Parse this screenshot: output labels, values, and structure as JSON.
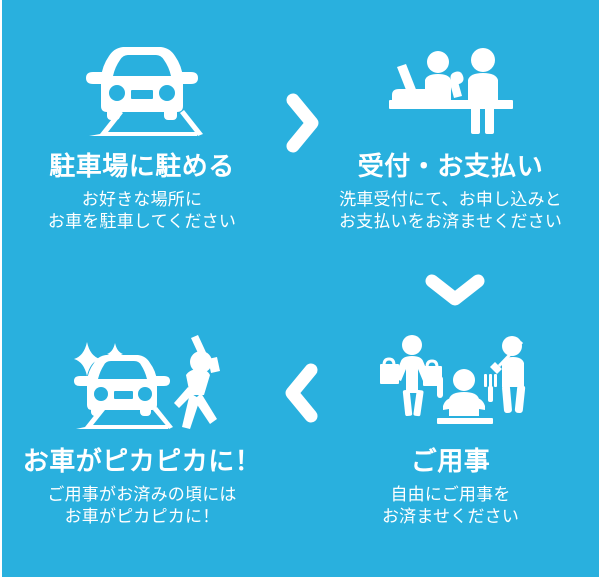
{
  "theme": {
    "background_color": "#29b0de",
    "foreground_color": "#ffffff"
  },
  "steps": [
    {
      "id": "park",
      "order": 1,
      "icon": "car-front-parking-icon",
      "title": "駐車場に駐める",
      "description": "お好きな場所に\nお車を駐車してください"
    },
    {
      "id": "reception",
      "order": 2,
      "icon": "reception-counter-icon",
      "title": "受付・お支払い",
      "description": "洗車受付にて、お申し込みと\nお支払いをお済ませください"
    },
    {
      "id": "errand",
      "order": 3,
      "icon": "errands-shopping-dining-golf-icon",
      "title": "ご用事",
      "description": "自由にご用事を\nお済ませください"
    },
    {
      "id": "shine",
      "order": 4,
      "icon": "sparkling-car-happy-person-icon",
      "title": "お車がピカピカに！",
      "description": "ご用事がお済みの頃には\nお車がピカピカに！"
    }
  ],
  "arrows": [
    {
      "id": "arrow-right",
      "icon": "chevron-right-icon",
      "direction": "right"
    },
    {
      "id": "arrow-down",
      "icon": "chevron-down-icon",
      "direction": "down"
    },
    {
      "id": "arrow-left",
      "icon": "chevron-left-icon",
      "direction": "left"
    }
  ]
}
